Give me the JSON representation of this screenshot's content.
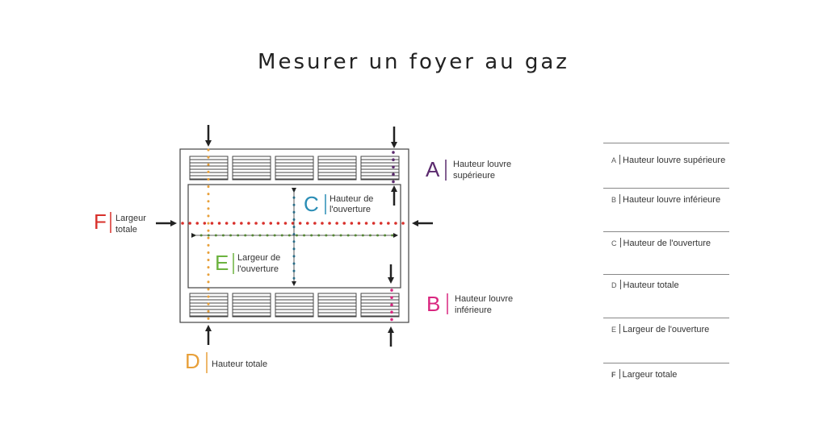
{
  "title": "Mesurer un foyer au gaz",
  "colors": {
    "A": "#5b2a6e",
    "B": "#d9267f",
    "C": "#2a8db5",
    "D": "#e8a03a",
    "E": "#6cb33f",
    "F": "#d8302b",
    "outline": "#444444",
    "arrow": "#222222"
  },
  "labels": {
    "A": {
      "letter": "A",
      "line1": "Hauteur louvre",
      "line2": "supérieure"
    },
    "B": {
      "letter": "B",
      "line1": "Hauteur louvre",
      "line2": "inférieure"
    },
    "C": {
      "letter": "C",
      "line1": "Hauteur de",
      "line2": "l'ouverture"
    },
    "D": {
      "letter": "D",
      "line1": "Hauteur totale",
      "line2": ""
    },
    "E": {
      "letter": "E",
      "line1": "Largeur de",
      "line2": "l'ouverture"
    },
    "F": {
      "letter": "F",
      "line1": "Largeur",
      "line2": "totale"
    }
  },
  "legend": [
    {
      "letter": "A",
      "text": "Hauteur louvre supérieure"
    },
    {
      "letter": "B",
      "text": "Hauteur louvre inférieure"
    },
    {
      "letter": "C",
      "text": "Hauteur de l'ouverture"
    },
    {
      "letter": "D",
      "text": "Hauteur totale"
    },
    {
      "letter": "E",
      "text": "Largeur de l'ouverture"
    },
    {
      "letter": "F",
      "text": "Largeur totale"
    }
  ]
}
